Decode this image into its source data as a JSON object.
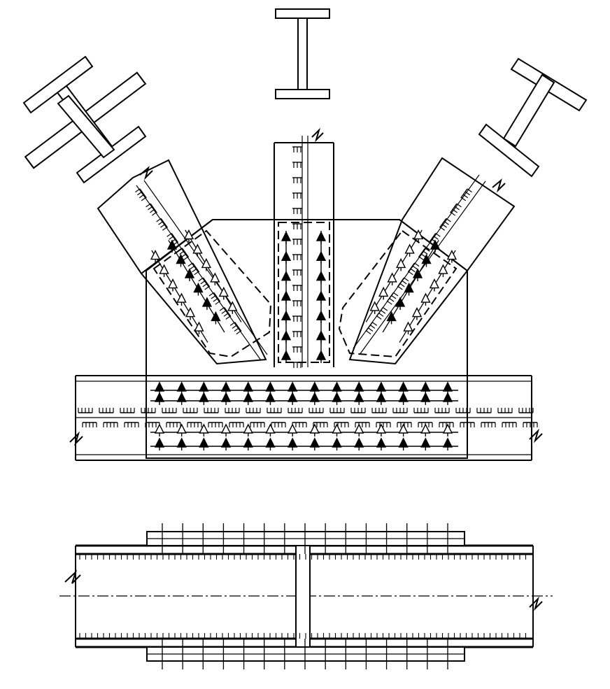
{
  "drawing": {
    "views": [
      "elevation",
      "plan"
    ],
    "members": [
      "left-diagonal",
      "vertical",
      "right-diagonal",
      "bottom-chord"
    ],
    "section_shape": "I-section",
    "ink_color": "#000000",
    "paper_color": "#ffffff"
  },
  "connection": {
    "rivet_rows_chord": 4,
    "rivets_per_chord_row": 14,
    "rivet_rows_vertical": 2,
    "rivets_per_vertical_row": 7,
    "rivet_rows_per_diagonal": 3,
    "rivets_per_diagonal_row": 6,
    "plan_rivet_columns": 15
  }
}
